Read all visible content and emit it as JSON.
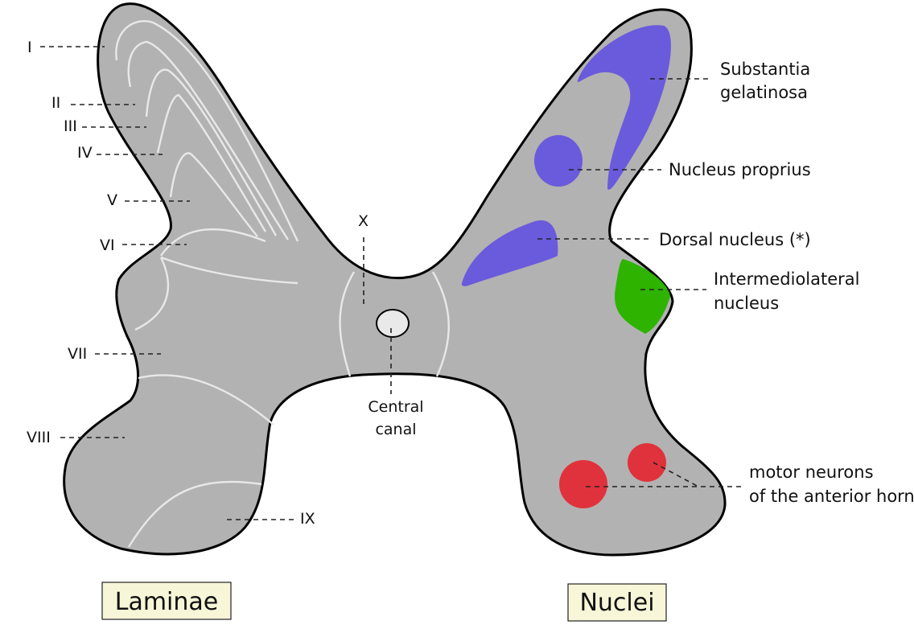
{
  "laminae": {
    "title": "Laminae",
    "labels": [
      "I",
      "II",
      "III",
      "IV",
      "V",
      "VI",
      "VII",
      "VIII",
      "IX",
      "X"
    ]
  },
  "nuclei": {
    "title": "Nuclei",
    "substantia_gelatinosa": [
      "Substantia",
      "gelatinosa"
    ],
    "nucleus_proprius": "Nucleus proprius",
    "dorsal_nucleus": "Dorsal nucleus (*)",
    "intermediolateral": [
      "Intermediolateral",
      "nucleus"
    ],
    "motor_neurons": [
      "motor neurons",
      "of the anterior horn"
    ]
  },
  "central_canal": [
    "Central",
    "canal"
  ],
  "colors": {
    "gray_matter": "#b2b2b2",
    "substantia_gelatinosa": "#6a5adc",
    "nucleus_proprius": "#6a5adc",
    "dorsal_nucleus": "#6a5adc",
    "intermediolateral": "#2db300",
    "motor_neurons": "#e0323c",
    "central_canal": "#e9e9e9",
    "title_box": "#f7f6d8"
  }
}
